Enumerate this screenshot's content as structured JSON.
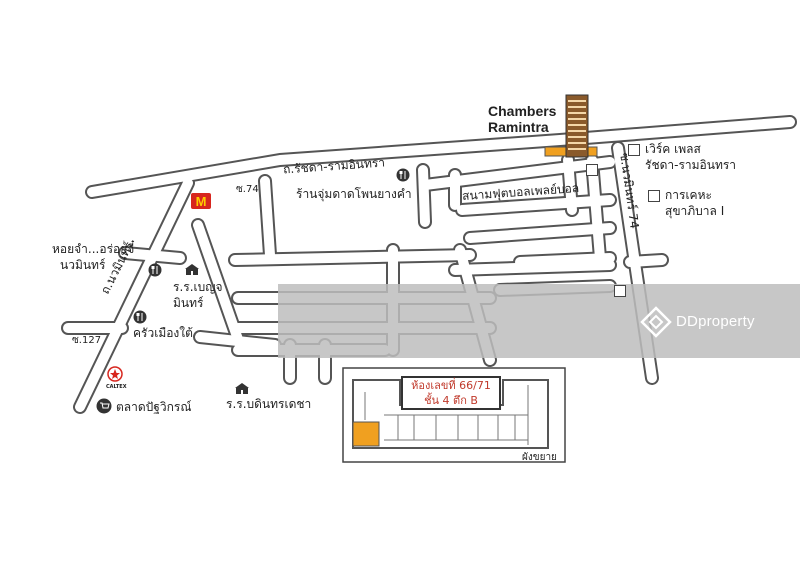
{
  "colors": {
    "road_fill": "#ffffff",
    "road_stroke": "#555555",
    "highlight": "#f0a020",
    "overlay": "#bfbfbf",
    "room_text": "#c0392b"
  },
  "building": {
    "title_line1": "Chambers",
    "title_line2": "Ramintra"
  },
  "roads": {
    "main": "ถ.รัชดา-รามอินทรา",
    "soi74_short": "ซ.74",
    "nawamin_left": "ถ.นวมินทร์",
    "nawamin74": "ซ.นวมินทร์ 74",
    "soi127": "ซ.127"
  },
  "places": {
    "restaurant1": "ร้านจุ่มดาดโพนยางคำ",
    "football": "สนามฟุตบอลเพลย์บอล",
    "werk_line1": "เวิร์ค เพลส",
    "werk_line2": "รัชดา-รามอินทรา",
    "kheha_line1": "การเคหะ",
    "kheha_line2": "สุขาภิบาล I",
    "hoi_line1": "หอยจำ...อร่อยจี๋",
    "hoi_line2": "นวมินทร์",
    "school1_line1": "ร.ร.เบญจ",
    "school1_line2": "มินทร์",
    "kitchen": "ครัวเมืองใต้",
    "market": "ตลาดปัฐวิกรณ์",
    "school2": "ร.ร.บดินทรเดชา",
    "caltex": "CALTEX"
  },
  "floorplan": {
    "room_line1": "ห้องเลขที่ 66/71",
    "room_line2": "ชั้น 4 ตึก B",
    "label": "ผังขยาย"
  },
  "watermark": {
    "text": "DDproperty"
  },
  "icons": [
    "restaurant-icon",
    "school-icon",
    "mcdonalds-icon",
    "caltex-icon",
    "cart-icon",
    "tower-icon",
    "dd-logo-icon"
  ]
}
